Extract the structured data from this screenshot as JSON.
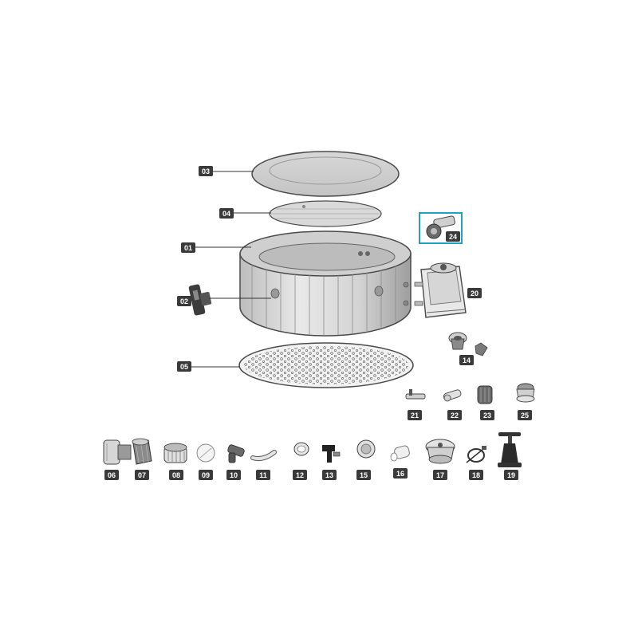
{
  "diagram": {
    "labels": {
      "p01": "01",
      "p02": "02",
      "p03": "03",
      "p04": "04",
      "p05": "05",
      "p06": "06",
      "p07": "07",
      "p08": "08",
      "p09": "09",
      "p10": "10",
      "p11": "11",
      "p12": "12",
      "p13": "13",
      "p14": "14",
      "p15": "15",
      "p16": "16",
      "p17": "17",
      "p18": "18",
      "p19": "19",
      "p20": "20",
      "p21": "21",
      "p22": "22",
      "p23": "23",
      "p24": "24",
      "p25": "25"
    },
    "colors": {
      "label_bg": "#3a3a3a",
      "label_text": "#ffffff",
      "part_fill": "#e6e6e6",
      "part_stroke": "#4a4a4a",
      "highlight": "#1fa3c4"
    }
  }
}
